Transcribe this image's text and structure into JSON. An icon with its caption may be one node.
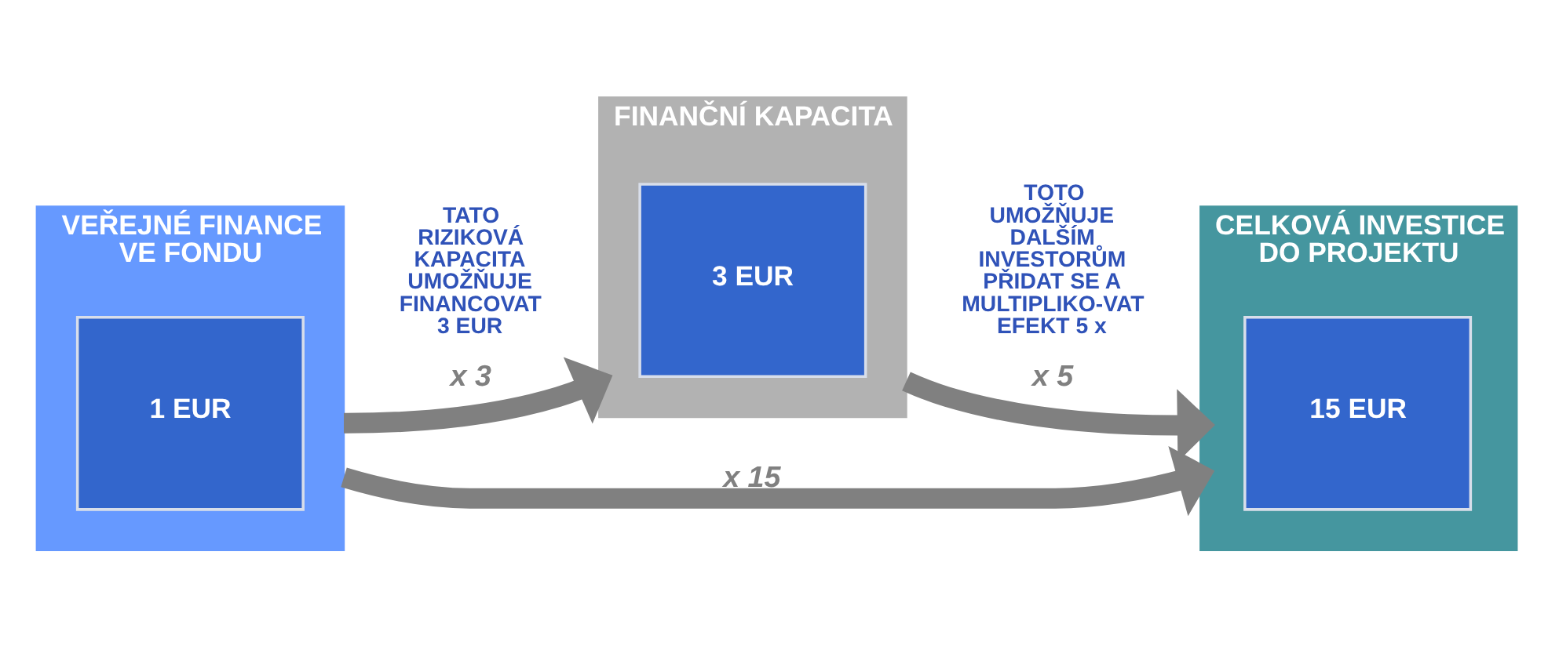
{
  "diagram": {
    "nodes": [
      {
        "text": [
          "VEŘEJNÉ FINANCE VE FONDU"
        ]
      },
      {
        "text": [
          "1 EUR"
        ],
        "in": 0
      },
      {
        "text": [
          "FINANČNÍ KAPACITA"
        ]
      },
      {
        "text": [
          "3 EUR"
        ],
        "in": 2
      },
      {
        "text": [
          "CELKOVÁ INVESTICE DO PROJEKTU"
        ]
      },
      {
        "text": [
          "15 EUR"
        ],
        "in": 4
      }
    ],
    "edges": [
      {
        "from": 0,
        "to": 2,
        "arrow": "to",
        "label": "x 3"
      },
      {
        "from": 2,
        "to": 4,
        "arrow": "to",
        "label": "x 5"
      },
      {
        "from": 0,
        "to": 4,
        "arrow": "to",
        "label": "x 15"
      }
    ],
    "labels": [
      "TATO RIZIKOVÁ KAPACITA UMOŽŇUJE FINANCOVAT 3 EUR",
      "TOTO UMOŽŇUJE DALŠÍM INVESTORŮM PŘIDAT SE A MULTIPLIKO-VAT EFEKT 5 x"
    ]
  }
}
